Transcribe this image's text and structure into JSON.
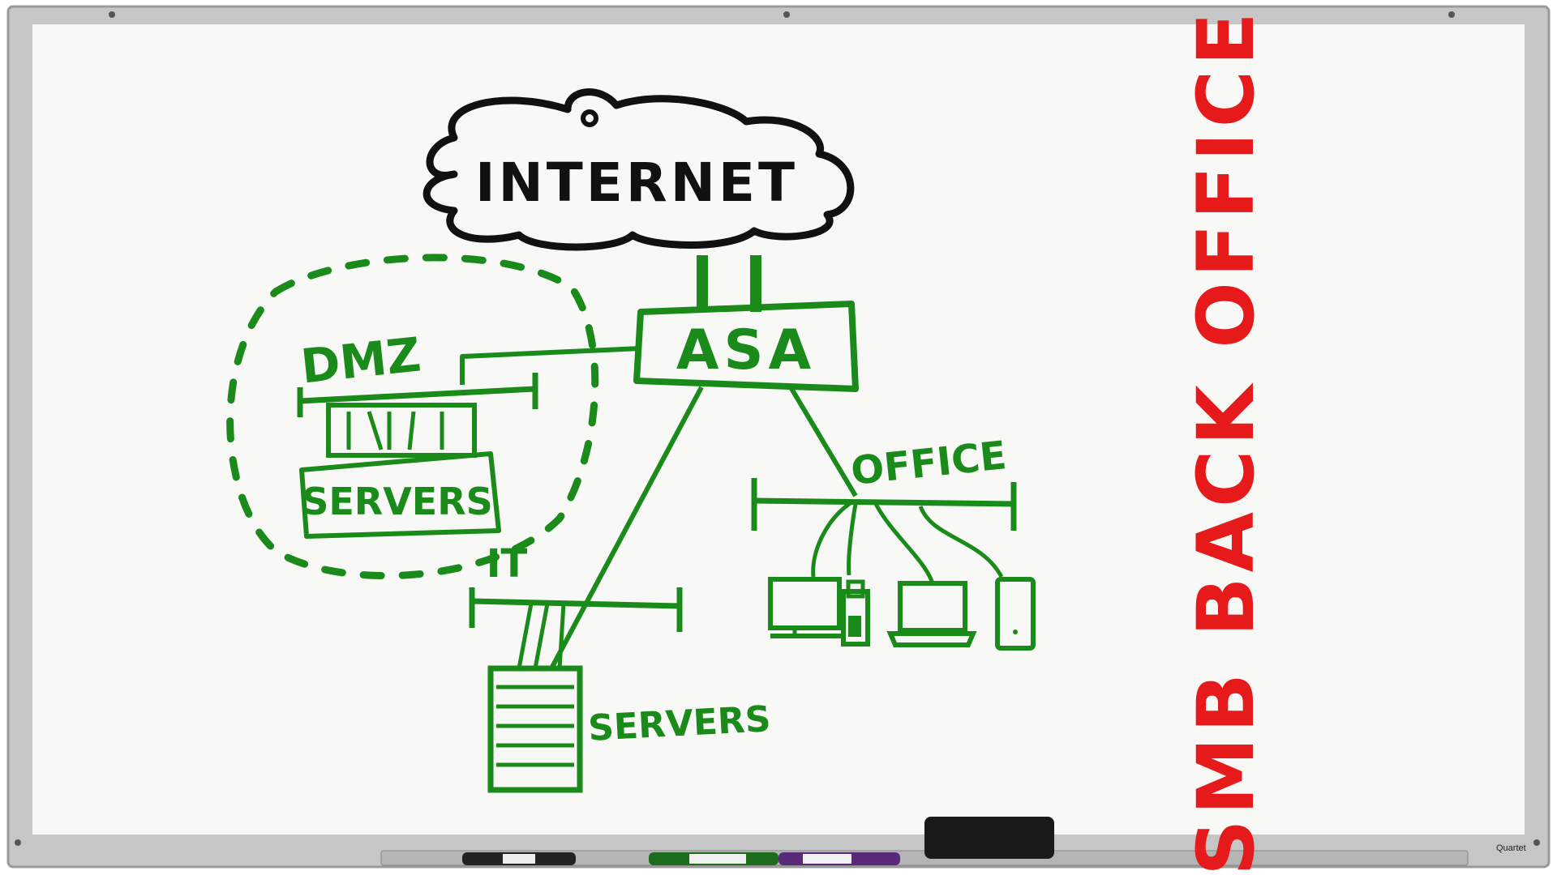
{
  "colors": {
    "board": "#f8f8f6",
    "frame": "#c4c4c4",
    "black_ink": "#111111",
    "green_ink": "#1a8a1a",
    "red_ink": "#e61a1a"
  },
  "labels": {
    "internet": "INTERNET",
    "firewall": "ASA",
    "dmz": "DMZ",
    "dmz_servers": "SERVERS",
    "it": "IT",
    "it_servers": "SERVERS",
    "office": "OFFICE",
    "title": "SMB BACK OFFICE"
  },
  "tray": {
    "brand": "Quartet"
  }
}
